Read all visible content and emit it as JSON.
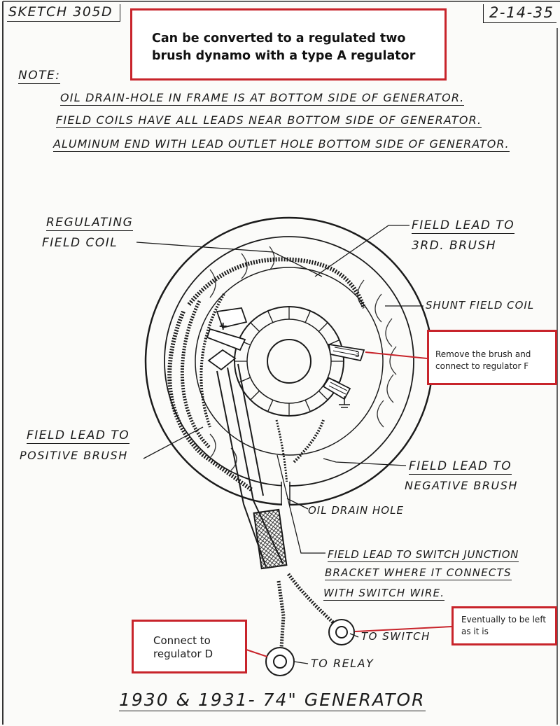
{
  "header": {
    "sketch_id": "SKETCH 305D",
    "date": "2-14-35"
  },
  "callout_top": "Can be converted to a regulated two brush dynamo with a type A regulator",
  "note": {
    "label": "NOTE:",
    "lines": [
      "OIL DRAIN-HOLE IN FRAME IS AT BOTTOM SIDE OF GENERATOR.",
      "FIELD COILS HAVE ALL LEADS NEAR BOTTOM SIDE OF GENERATOR.",
      "ALUMINUM END WITH LEAD OUTLET HOLE BOTTOM SIDE OF GENERATOR."
    ]
  },
  "labels": {
    "regulating_field_coil": [
      "REGULATING",
      "FIELD COIL"
    ],
    "field_lead_3rd_brush": [
      "FIELD LEAD TO",
      "3RD. BRUSH"
    ],
    "shunt_field_coil": "SHUNT FIELD COIL",
    "field_lead_positive": [
      "FIELD LEAD TO",
      "POSITIVE BRUSH"
    ],
    "field_lead_negative": [
      "FIELD LEAD TO",
      "NEGATIVE BRUSH"
    ],
    "oil_drain_hole": "OIL DRAIN HOLE",
    "field_lead_switch": [
      "FIELD LEAD TO SWITCH JUNCTION",
      "BRACKET WHERE IT CONNECTS",
      "WITH SWITCH WIRE."
    ],
    "to_switch": "TO SWITCH",
    "to_relay": "TO RELAY",
    "brush_number": "3",
    "plus_mark": "+"
  },
  "callouts": {
    "remove_brush": "Remove the brush and connect to regulator F",
    "eventually": "Eventually to be left as it is",
    "connect_d": "Connect to regulator D"
  },
  "footer_title": "1930 & 1931- 74\" GENERATOR",
  "colors": {
    "callout_border": "#c8242b",
    "ink": "#1b1b1b"
  }
}
